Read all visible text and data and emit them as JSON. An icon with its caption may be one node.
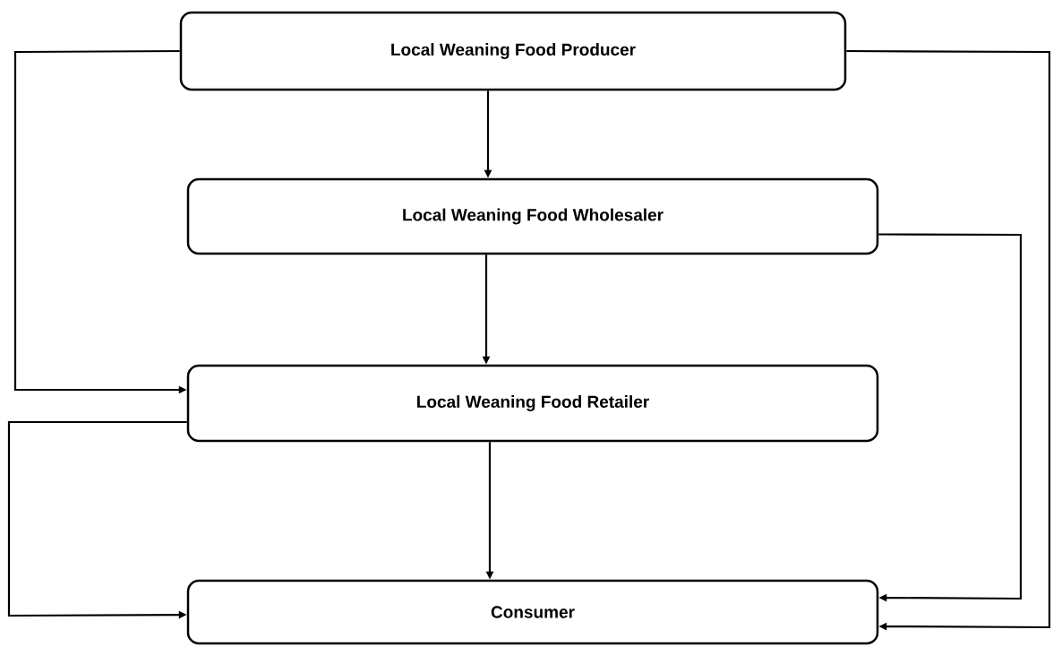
{
  "diagram": {
    "nodes": [
      {
        "text": [
          "Local Weaning Food Producer"
        ]
      },
      {
        "text": [
          "Local Weaning Food Wholesaler"
        ]
      },
      {
        "text": [
          "Local Weaning Food Retailer"
        ]
      },
      {
        "text": [
          "Consumer"
        ]
      }
    ],
    "edges": [
      {
        "from": 0,
        "to": 1,
        "arrow": "to"
      },
      {
        "from": 1,
        "to": 2,
        "arrow": "to"
      },
      {
        "from": 2,
        "to": 3,
        "arrow": "to"
      },
      {
        "from": 0,
        "to": 2,
        "arrow": "to"
      },
      {
        "from": 2,
        "to": 3,
        "arrow": "to"
      },
      {
        "from": 1,
        "to": 3,
        "arrow": "to"
      },
      {
        "from": 0,
        "to": 3,
        "arrow": "to"
      }
    ]
  }
}
